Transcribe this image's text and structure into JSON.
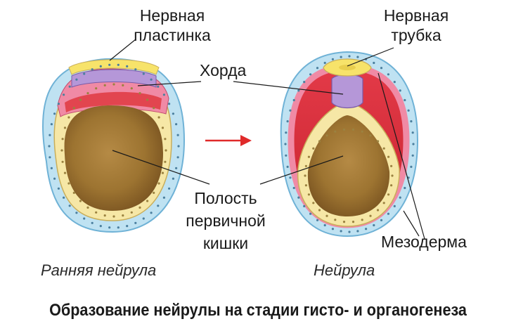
{
  "labels": {
    "neural_plate": [
      "Нервная",
      "пластинка"
    ],
    "neural_tube": [
      "Нервная",
      "трубка"
    ],
    "notochord": "Хорда",
    "gut_cavity": [
      "Полость",
      "первичной",
      "кишки"
    ],
    "mesoderm": "Мезодерма"
  },
  "captions": {
    "early": "Ранняя нейрула",
    "neurula": "Нейрула"
  },
  "title": "Образование нейрулы на стадии гисто- и органогенеза",
  "colors": {
    "ectoderm": "#bfe2f2",
    "ectoderm_edge": "#6fb2d6",
    "endoderm": "#f6e7a6",
    "endoderm_edge": "#c9ae5a",
    "neural": "#f7e36a",
    "mesoderm": "#e2454f",
    "mesoderm_cells": "#f08aa5",
    "notochord": "#b597d8",
    "cavity": "#a67b3a",
    "arrow": "#e02a2a"
  }
}
